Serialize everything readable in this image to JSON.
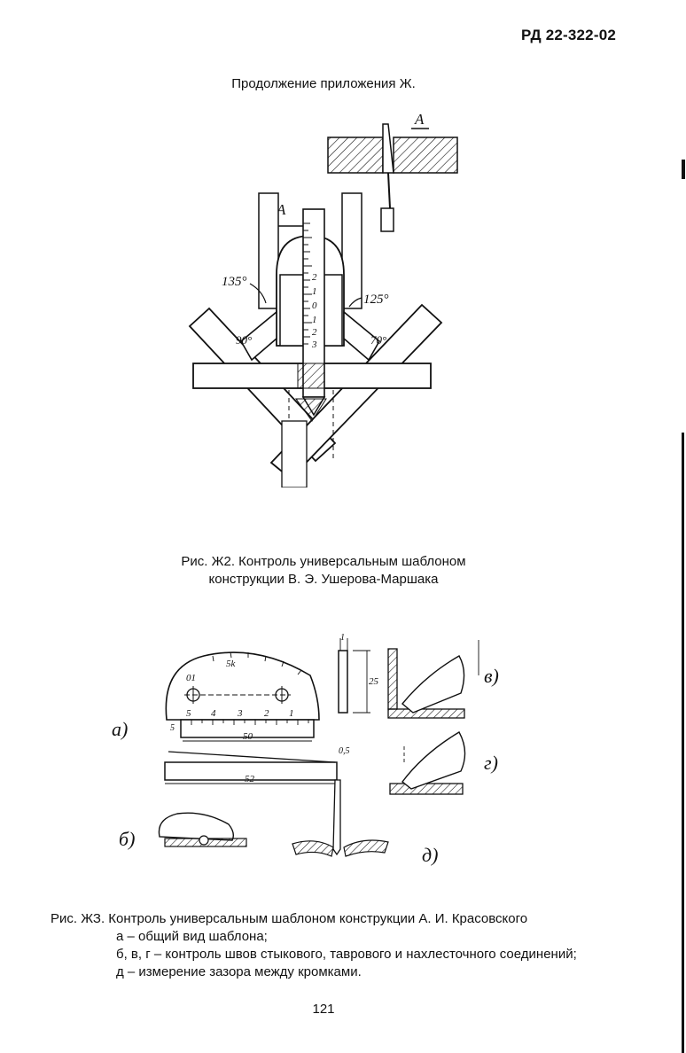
{
  "header": {
    "doc_code": "РД 22-322-02"
  },
  "continuation": "Продолжение приложения Ж.",
  "figure2": {
    "labels": {
      "section_a": "А",
      "view_arrow": "А",
      "angle_135": "135°",
      "angle_125": "125°",
      "angle_90": "90°",
      "angle_70": "70°",
      "scale_digits": [
        "2",
        "1",
        "0",
        "1",
        "2",
        "3"
      ]
    },
    "caption": [
      "Рис. Ж2. Контроль универсальным шаблоном",
      "конструкции В. Э. Ушерова-Маршака"
    ]
  },
  "figure3": {
    "labels": {
      "view_a": "а)",
      "view_b": "б)",
      "view_v": "в)",
      "view_g": "г)",
      "view_d": "д)",
      "dim_50": "50",
      "dim_52": "52",
      "dim_25": "25",
      "dim_05": "0,5",
      "dim_5": "5",
      "dim_1": "1",
      "scale_top": "5k",
      "mark_01": "01",
      "scale_numbers": [
        "5",
        "4",
        "3",
        "2",
        "1"
      ]
    },
    "caption": {
      "title": "Рис. ЖЗ. Контроль универсальным шаблоном конструкции А. И. Красовского",
      "items": [
        "а – общий вид шаблона;",
        "б, в, г – контроль швов стыкового, таврового и нахлесточного соединений;",
        "д – измерение зазора между кромками."
      ]
    }
  },
  "footer": {
    "page_number": "121"
  }
}
